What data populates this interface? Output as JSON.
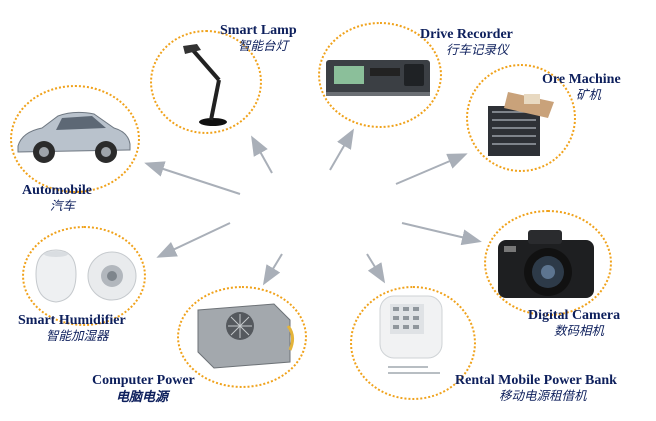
{
  "items": [
    {
      "id": "smart-lamp",
      "en": "Smart Lamp",
      "zh": "智能台灯"
    },
    {
      "id": "drive-recorder",
      "en": "Drive Recorder",
      "zh": "行车记录仪"
    },
    {
      "id": "ore-machine",
      "en": "Ore Machine",
      "zh": "矿机"
    },
    {
      "id": "automobile",
      "en": "Automobile",
      "zh": "汽车"
    },
    {
      "id": "digital-camera",
      "en": "Digital Camera",
      "zh": "数码相机"
    },
    {
      "id": "smart-humidifier",
      "en": "Smart Humidifier",
      "zh": "智能加湿器"
    },
    {
      "id": "computer-power",
      "en": "Computer Power",
      "zh": "电脑电源"
    },
    {
      "id": "rental-power-bank",
      "en": "Rental Mobile Power Bank",
      "zh": "移动电源租借机"
    }
  ],
  "colors": {
    "ring": "#f0a21b",
    "arrow": "#a9afb8",
    "label": "#0d1f5c"
  }
}
